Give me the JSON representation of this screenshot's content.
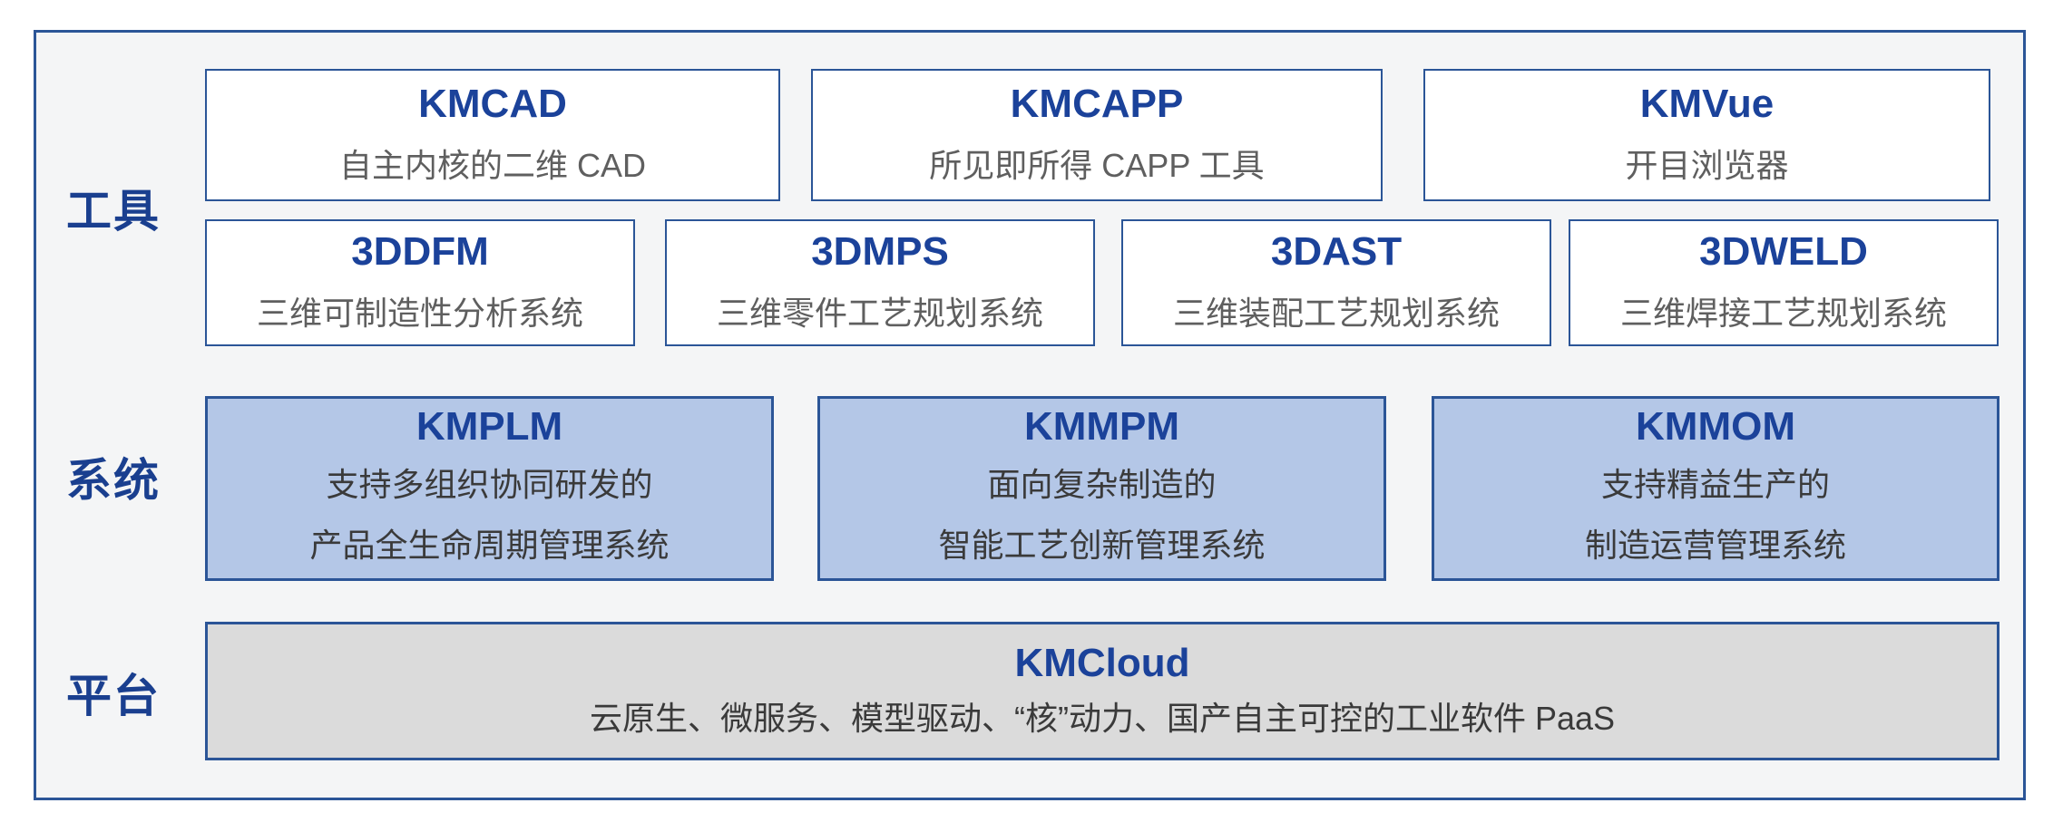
{
  "colors": {
    "frame_border": "#2B5597",
    "frame_background": "#F4F5F6",
    "box_border": "#2B5597",
    "title_blue": "#1B429A",
    "tier_label_blue": "#1A3F8F",
    "tool_desc_gray": "#5F5F5F",
    "system_fill": "#B4C7E7",
    "platform_fill": "#DBDBDB",
    "dark_desc": "#3A3A3A"
  },
  "tiers": {
    "tools": {
      "label": "工具",
      "row1": [
        {
          "name": "KMCAD",
          "desc": "自主内核的二维 CAD"
        },
        {
          "name": "KMCAPP",
          "desc": "所见即所得 CAPP 工具"
        },
        {
          "name": "KMVue",
          "desc": "开目浏览器"
        }
      ],
      "row2": [
        {
          "name": "3DDFM",
          "desc": "三维可制造性分析系统"
        },
        {
          "name": "3DMPS",
          "desc": "三维零件工艺规划系统"
        },
        {
          "name": "3DAST",
          "desc": "三维装配工艺规划系统"
        },
        {
          "name": "3DWELD",
          "desc": "三维焊接工艺规划系统"
        }
      ]
    },
    "systems": {
      "label": "系统",
      "boxes": [
        {
          "name": "KMPLM",
          "desc_lines": [
            "支持多组织协同研发的",
            "产品全生命周期管理系统"
          ]
        },
        {
          "name": "KMMPM",
          "desc_lines": [
            "面向复杂制造的",
            "智能工艺创新管理系统"
          ]
        },
        {
          "name": "KMMOM",
          "desc_lines": [
            "支持精益生产的",
            "制造运营管理系统"
          ]
        }
      ]
    },
    "platform": {
      "label": "平台",
      "boxes": [
        {
          "name": "KMCloud",
          "desc": "云原生、微服务、模型驱动、“核”动力、国产自主可控的工业软件 PaaS"
        }
      ]
    }
  }
}
